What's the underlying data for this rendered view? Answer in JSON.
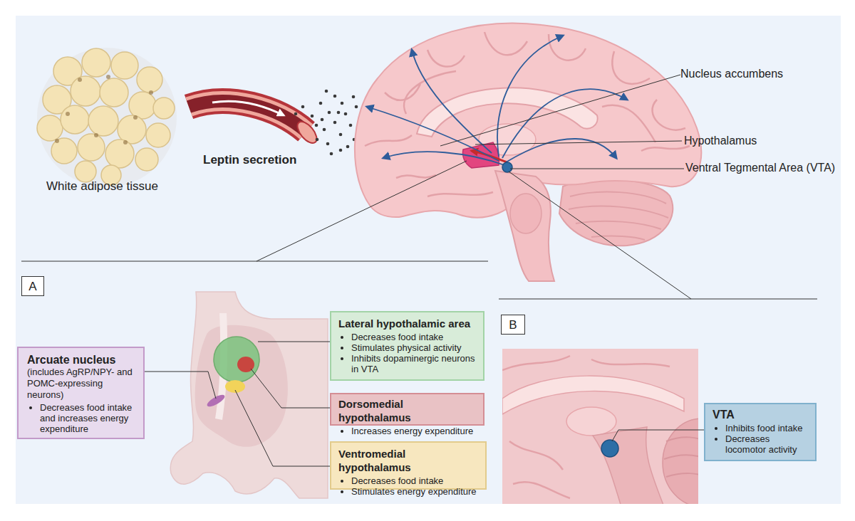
{
  "diagram": {
    "nodes": [
      {
        "text": [
          "A"
        ]
      },
      {
        "text": [
          "Arcuate nucleus",
          "(includes AgRP/NPY- and POMC-expressing neurons)",
          "Decreases food intake and increases energy expenditure"
        ]
      },
      {
        "text": [
          "Lateral hypothalamic area",
          "Decreases food intake",
          "Stimulates physical activity",
          "Inhibits dopaminergic neurons in VTA"
        ]
      },
      {
        "text": [
          "Dorsomedial hypothalamus",
          "Increases energy expenditure"
        ]
      },
      {
        "text": [
          "Ventromedial hypothalamus",
          "Decreases food intake",
          "Stimulates energy expenditure"
        ]
      },
      {
        "text": [
          "B"
        ]
      },
      {
        "text": [
          "VTA",
          "Inhibits food intake",
          "Decreases locomotor activity"
        ]
      }
    ],
    "labels": [
      "White adipose tissue",
      "Leptin secretion",
      "Nucleus accumbens",
      "Hypothalamus",
      "Ventral Tegmental Area (VTA)"
    ]
  }
}
